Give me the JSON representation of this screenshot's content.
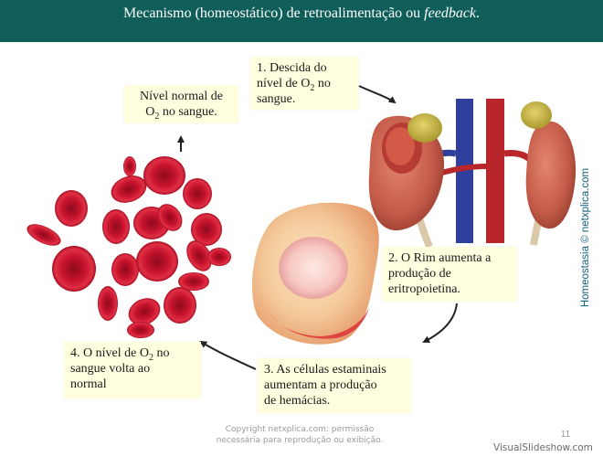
{
  "header": {
    "title_prefix": "Mecanismo (homeostático) de retroalimentação ou ",
    "title_emphasis": "feedback",
    "title_suffix": "."
  },
  "steps": {
    "normal": {
      "line1": "Nível normal de",
      "o2_sub": "2",
      "line2_rest": " no sangue."
    },
    "step1": {
      "line1": "1. Descida do",
      "line2_prefix": "nível de O",
      "o2_sub": "2",
      "line2_suffix": " no",
      "line3": "sangue."
    },
    "step2": {
      "line1": "2. O Rim aumenta a",
      "line2": "produção de",
      "line3": "eritropoietina."
    },
    "step3": {
      "line1": "3. As células estaminais",
      "line2": "aumentam a produção",
      "line3": "de hemácias."
    },
    "step4": {
      "line1_prefix": "4. O nível de O",
      "o2_sub": "2",
      "line1_suffix": " no",
      "line2": "sangue volta ao",
      "line3": "normal"
    }
  },
  "credit_side": "Homeostasia © netxplica.com",
  "copyright": {
    "line1": "Copyright netxplica.com: permissão",
    "line2": "necessária para reprodução ou exibição."
  },
  "page_number": "11",
  "watermark": "VisualSlideshow.com",
  "colors": {
    "header_bg": "#0f5e59",
    "note_bg": "#ffffe0",
    "credit": "#0e5f7a",
    "blood_cell": "#c8102e"
  }
}
